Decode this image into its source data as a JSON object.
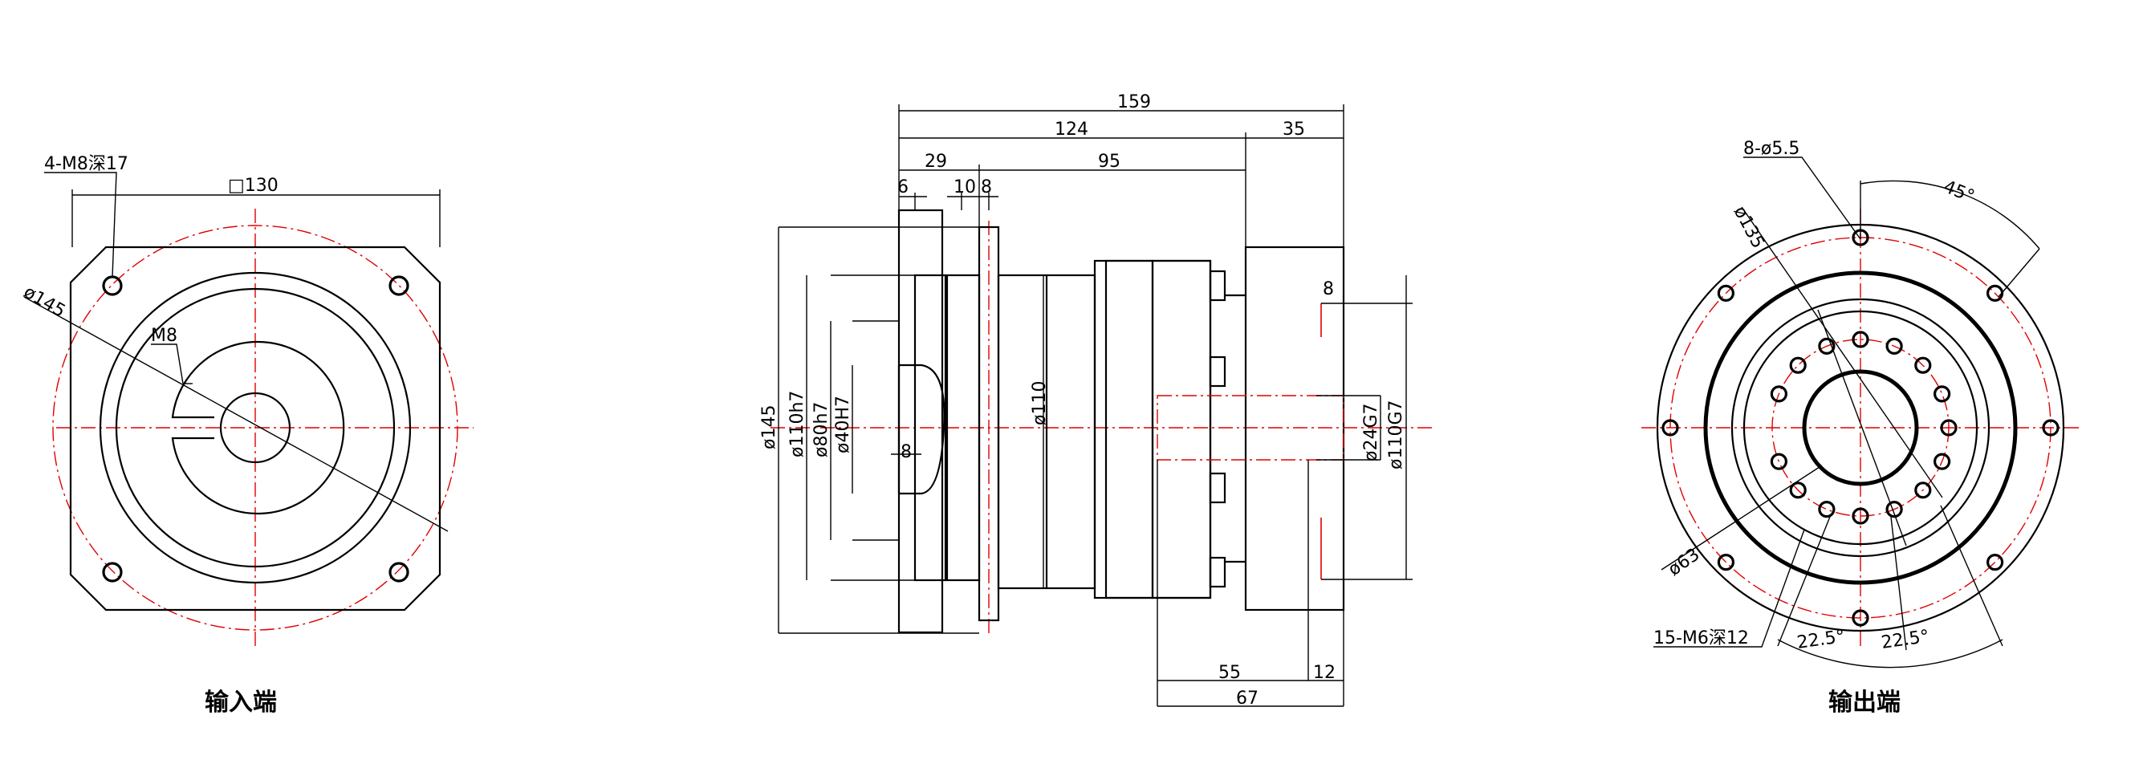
{
  "input_view": {
    "caption": "输入端",
    "bolt_holes_label": "4-M8深17",
    "square_label": "□130",
    "pcd_label": "ø145",
    "thread_label": "M8"
  },
  "side_view": {
    "dims": {
      "d159": "159",
      "d124": "124",
      "d35": "35",
      "d29": "29",
      "d95": "95",
      "d6": "6",
      "d10": "10",
      "d8a": "8",
      "d8b": "8",
      "d8c": "8",
      "d55": "55",
      "d12": "12",
      "d67": "67"
    },
    "diameters": {
      "d145": "ø145",
      "d110h7": "ø110h7",
      "d80h7": "ø80h7",
      "d40h7": "ø40H7",
      "d110": "ø110",
      "d24g7": "ø24G7",
      "d110g7": "ø110G7"
    }
  },
  "output_view": {
    "caption": "输出端",
    "holes_label": "8-ø5.5",
    "pcd135_label": "ø135",
    "angle45_label": "45°",
    "pcd63_label": "ø63",
    "thread_label": "15-M6深12",
    "angle_a_label": "22.5°",
    "angle_b_label": "22.5°"
  }
}
